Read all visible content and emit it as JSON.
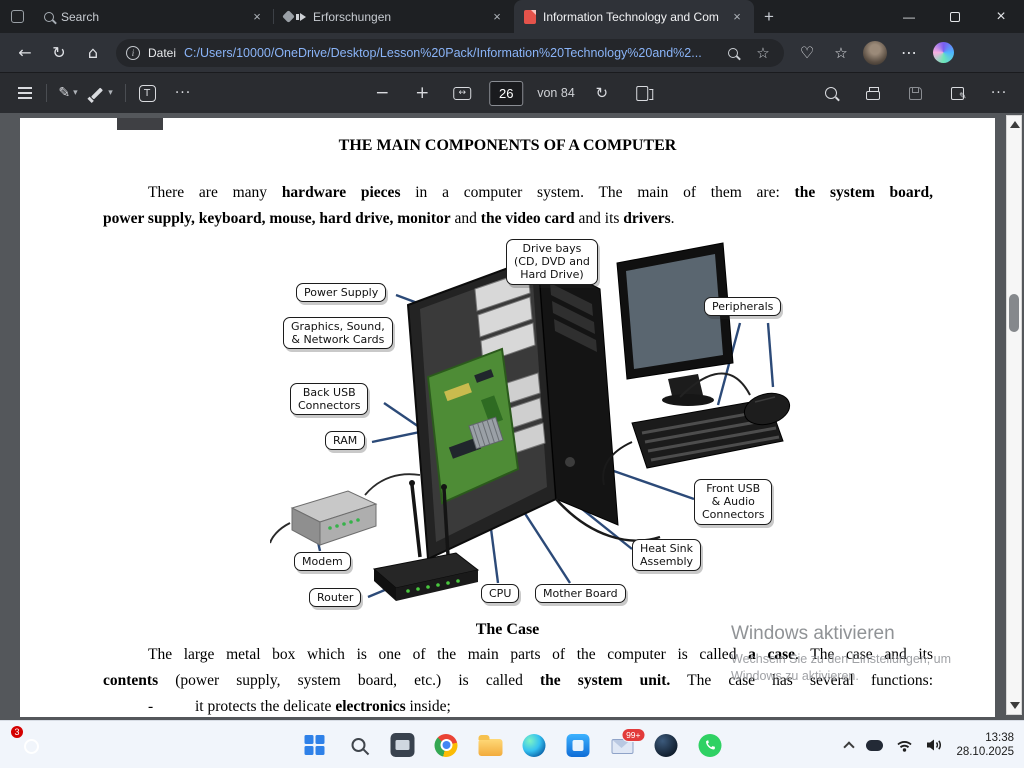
{
  "browser": {
    "tabs": [
      {
        "title": "Search"
      },
      {
        "title": "Erforschungen"
      },
      {
        "title": "Information Technology and Com"
      }
    ],
    "address": {
      "scheme_label": "Datei",
      "url": "C:/Users/10000/OneDrive/Desktop/Lesson%20Pack/Information%20Technology%20and%2...",
      "info_glyph": "i"
    }
  },
  "icons": {
    "back": "←",
    "refresh": "↻",
    "home": "⌂",
    "star": "☆",
    "heart": "♡",
    "more": "⋯",
    "dots3": "···",
    "plus": "+",
    "close": "×",
    "minimize": "—",
    "zoom_out": "−",
    "zoom_in": "+",
    "fit": "↔",
    "rotate": "↻",
    "chevron_down": "▾",
    "pen": "✎",
    "text_tool": "T"
  },
  "pdf_toolbar": {
    "page_current": "26",
    "page_total_label": "von 84"
  },
  "document": {
    "title": "THE MAIN COMPONENTS OF A COMPUTER",
    "para1_l1": [
      {
        "t": "There are many "
      },
      {
        "t": "hardware pieces"
      },
      {
        "t": " in a computer system. The main of them are: "
      },
      {
        "t": "the system board,"
      }
    ],
    "para1_l2": [
      {
        "t": "power supply, keyboard, mouse, hard drive, monitor"
      },
      {
        "t": " and "
      },
      {
        "t": "the video card"
      },
      {
        "t": " and its "
      },
      {
        "t": "drivers"
      },
      {
        "t": "."
      }
    ],
    "case_heading": "The Case",
    "para2_l1": [
      {
        "t": "The large metal box which is one of the main parts of the computer is called "
      },
      {
        "t": "a case"
      },
      {
        "t": ". The case and its"
      }
    ],
    "para2_l2": [
      {
        "t": "contents"
      },
      {
        "t": " (power supply, system board, etc.) is called "
      },
      {
        "t": "the system unit."
      },
      {
        "t": " The case has several functions:"
      }
    ],
    "list_marker": "-",
    "list1": [
      {
        "t": "it protects the delicate "
      },
      {
        "t": "electronics"
      },
      {
        "t": " inside;"
      }
    ]
  },
  "diagram": {
    "labels": [
      {
        "text": "Power Supply"
      },
      {
        "text": "Graphics, Sound,\n& Network Cards"
      },
      {
        "text": "Back USB\nConnectors"
      },
      {
        "text": "RAM"
      },
      {
        "text": "Drive bays\n(CD, DVD and\nHard Drive)"
      },
      {
        "text": "Peripherals"
      },
      {
        "text": "Front USB\n& Audio\nConnectors"
      },
      {
        "text": "Heat Sink\nAssembly"
      },
      {
        "text": "Modem"
      },
      {
        "text": "Router"
      },
      {
        "text": "CPU"
      },
      {
        "text": "Mother Board"
      }
    ]
  },
  "watermark": {
    "line1": "Windows aktivieren",
    "line2": "Wechseln Sie zu den Einstellungen, um\nWindows zu aktivieren."
  },
  "taskbar": {
    "left_badge": "3",
    "mail_badge": "99+",
    "time": "13:38",
    "date": "28.10.2025"
  }
}
